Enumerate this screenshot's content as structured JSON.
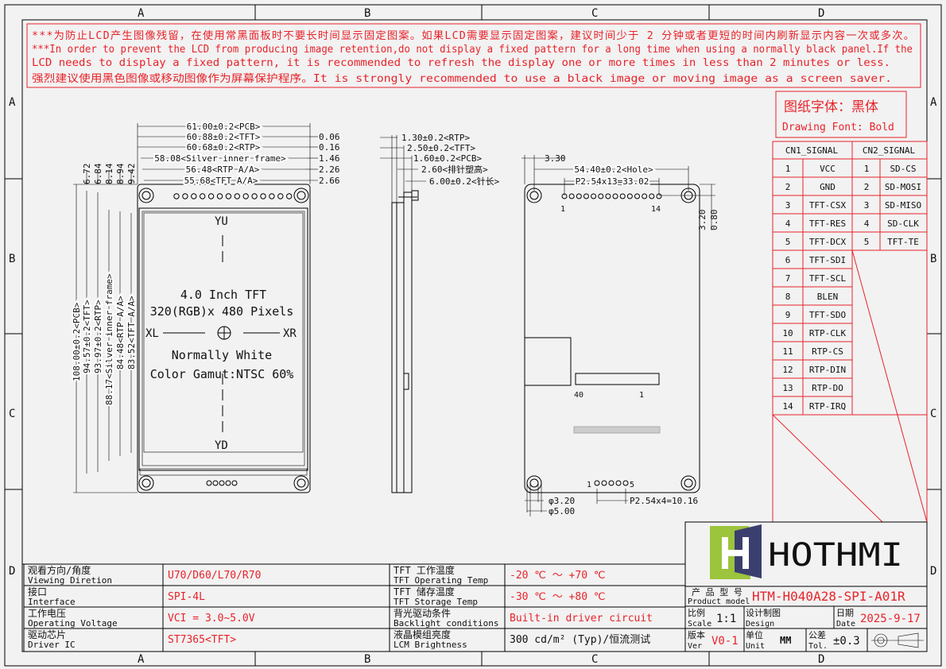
{
  "grid": {
    "columns": [
      "A",
      "B",
      "C",
      "D"
    ],
    "rows": [
      "A",
      "B",
      "C",
      "D"
    ]
  },
  "notice": {
    "line1": "***为防止LCD产生图像残留，在使用常黑面板时不要长时间显示固定图案。如果LCD需要显示固定图案，建议时间少于 2 分钟或者更短的时间内刷新显示内容一次或多次。",
    "line2": "***In order to prevent the LCD from producing image retention,do not display a fixed pattern for a long time when using a normally black panel.If the",
    "line3": " LCD needs to display a fixed pattern, it is recommended to refresh the display one or more times in less than 2 minutes or less.",
    "line4": "强烈建议使用黑色图像或移动图像作为屏幕保护程序。It is strongly recommended to use a black image or moving image as a screen saver."
  },
  "font_box": {
    "cn": "图纸字体：黑体",
    "en": "Drawing Font: Bold"
  },
  "front_view": {
    "dims_top": [
      "61.00±0.2<PCB>",
      "60.88±0.2<TFT>",
      "60.68±0.2<RTP>",
      "58.08<Silver inner frame>",
      "56.48<RTP A/A>",
      "55.68<TFT A/A>"
    ],
    "dims_right": [
      "0.06",
      "0.16",
      "1.46",
      "2.26",
      "2.66"
    ],
    "dims_left_top": [
      "6.72",
      "6.84",
      "8.14",
      "8.94",
      "9.42"
    ],
    "dims_left": [
      "108.00±0.2<PCB>",
      "94.57±0.2<TFT>",
      "93.97±0.2<RTP>",
      "88.17<Silver inner frame>",
      "84.48<RTP A/A>",
      "83.52<TFT A/A>"
    ],
    "yu": "YU",
    "yd": "YD",
    "xl": "XL",
    "xr": "XR",
    "size": "4.0 Inch TFT",
    "resolution": "320(RGB)x 480 Pixels",
    "mode": "Normally White",
    "gamut": "Color Gamut:NTSC 60%"
  },
  "side_view": {
    "dims": [
      "1.30±0.2<RTP>",
      "2.50±0.2<TFT>",
      "1.60±0.2<PCB>",
      "2.60<排针塑高>",
      "6.00±0.2<针长>"
    ]
  },
  "back_view": {
    "dim_offset": "3.30",
    "dim_hole": "54.40±0.2<Hole>",
    "dim_pitch": "P2.54x13=33.02",
    "dim_right_a": "3.20",
    "dim_right_b": "0.80",
    "pin1": "1",
    "pin14": "14",
    "fpc40": "40",
    "fpc1": "1",
    "sd1": "1",
    "sd5": "5",
    "dim_hole_small": "φ3.20",
    "dim_hole_large": "φ5.00",
    "dim_pitch2": "P2.54x4=10.16"
  },
  "pin_table": {
    "headers": [
      "CN1_SIGNAL",
      "CN2_SIGNAL"
    ],
    "cn1": [
      [
        "1",
        "VCC"
      ],
      [
        "2",
        "GND"
      ],
      [
        "3",
        "TFT-CSX"
      ],
      [
        "4",
        "TFT-RES"
      ],
      [
        "5",
        "TFT-DCX"
      ],
      [
        "6",
        "TFT-SDI"
      ],
      [
        "7",
        "TFT-SCL"
      ],
      [
        "8",
        "BLEN"
      ],
      [
        "9",
        "TFT-SDO"
      ],
      [
        "10",
        "RTP-CLK"
      ],
      [
        "11",
        "RTP-CS"
      ],
      [
        "12",
        "RTP-DIN"
      ],
      [
        "13",
        "RTP-DO"
      ],
      [
        "14",
        "RTP-IRQ"
      ]
    ],
    "cn2": [
      [
        "1",
        "SD-CS"
      ],
      [
        "2",
        "SD-MOSI"
      ],
      [
        "3",
        "SD-MISO"
      ],
      [
        "4",
        "SD-CLK"
      ],
      [
        "5",
        "TFT-TE"
      ]
    ]
  },
  "specs": {
    "left": [
      {
        "cn": "观看方向/角度",
        "en": "Viewing Diretion",
        "value": "U70/D60/L70/R70"
      },
      {
        "cn": "接口",
        "en": "Interface",
        "value": "SPI-4L"
      },
      {
        "cn": "工作电压",
        "en": "Operating Voltage",
        "value": "VCI = 3.0~5.0V"
      },
      {
        "cn": "驱动芯片",
        "en": "Driver IC",
        "value": "ST7365<TFT>"
      }
    ],
    "right": [
      {
        "cn": "TFT 工作温度",
        "en": "TFT Operating Temp",
        "value": "-20 ℃ ～ +70 ℃"
      },
      {
        "cn": "TFT 储存温度",
        "en": "TFT Storage Temp",
        "value": "-30 ℃ ～ +80 ℃"
      },
      {
        "cn": "背光驱动条件",
        "en": "Backlight conditions",
        "value": "Built-in driver circuit"
      },
      {
        "cn": "液晶模组亮度",
        "en": "LCM Brightness",
        "value": "300 cd/m² (Typ)/恒流测试"
      }
    ]
  },
  "title_block": {
    "logo_text": "HOTHMI",
    "model_cn": "产 品 型 号",
    "model_en": "Product model",
    "model": "HTM-H040A28-SPI-A01R",
    "scale_cn": "比例",
    "scale_en": "Scale",
    "scale": "1:1",
    "design_cn": "设计制图",
    "design_en": "Design",
    "date_cn": "日期",
    "date_en": "Date",
    "date": "2025-9-17",
    "ver_cn": "版本",
    "ver_en": "Ver",
    "ver": "V0-1",
    "unit_cn": "单位",
    "unit_en": "Unit",
    "unit": "MM",
    "tol_cn": "公差",
    "tol_en": "Tol.",
    "tol": "±0.3"
  },
  "colors": {
    "accent_red": "#e8232a",
    "logo_green": "#9cc43c",
    "logo_navy": "#3b3f6e"
  }
}
